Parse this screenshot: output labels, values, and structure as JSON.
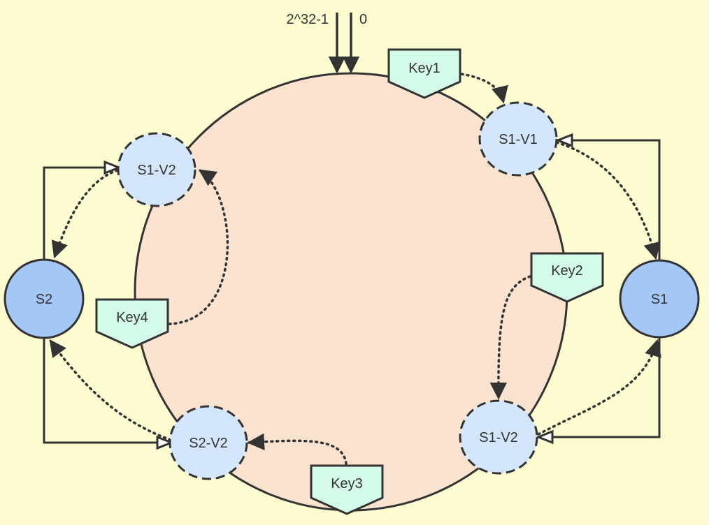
{
  "title_labels": {
    "max": "2^32-1",
    "zero": "0"
  },
  "servers": {
    "s1": "S1",
    "s2": "S2"
  },
  "virtual_nodes": {
    "s1_v1": "S1-V1",
    "s1_v2_left": "S1-V2",
    "s1_v2_right": "S1-V2",
    "s2_v2": "S2-V2"
  },
  "keys": {
    "key1": "Key1",
    "key2": "Key2",
    "key3": "Key3",
    "key4": "Key4"
  },
  "colors": {
    "background": "#fefdd2",
    "ring": "#fbe3cf",
    "virtual_node": "#d4e6fb",
    "server": "#a3c8f5",
    "key": "#d3fbe8",
    "stroke": "#333333"
  }
}
